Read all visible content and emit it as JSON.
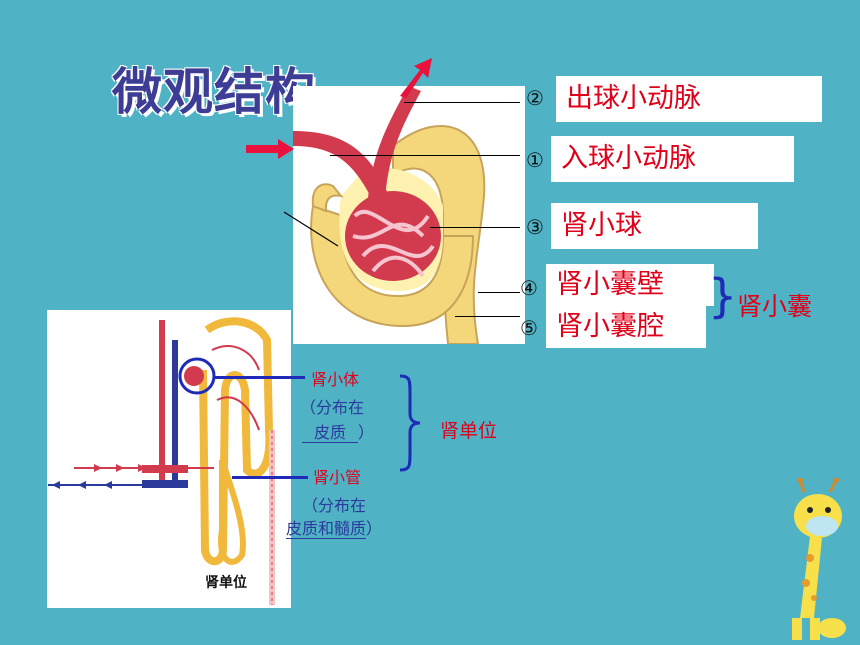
{
  "title": "微观结构",
  "labels": [
    {
      "marker": "②",
      "text": "出球小动脉"
    },
    {
      "marker": "①",
      "text": "入球小动脉"
    },
    {
      "marker": "③",
      "text": "肾小球"
    },
    {
      "marker": "④",
      "text": "肾小囊壁"
    },
    {
      "marker": "⑤",
      "text": "肾小囊腔"
    }
  ],
  "capsule_group": "肾小囊",
  "nephron": {
    "figure_caption": "肾单位",
    "corpuscle_label": "肾小体",
    "corpuscle_note_1": "（分布在",
    "corpuscle_fill": "皮质",
    "corpuscle_note_close": "）",
    "tubule_label": "肾小管",
    "tubule_note_1": "（分布在",
    "tubule_fill": "皮质和髓质",
    "tubule_note_close": "）",
    "group_label": "肾单位"
  },
  "colors": {
    "background": "#4fb3c5",
    "label_red": "#e0001a",
    "bracket_blue": "#1f2ab8",
    "title_navy": "#3d3d95"
  }
}
